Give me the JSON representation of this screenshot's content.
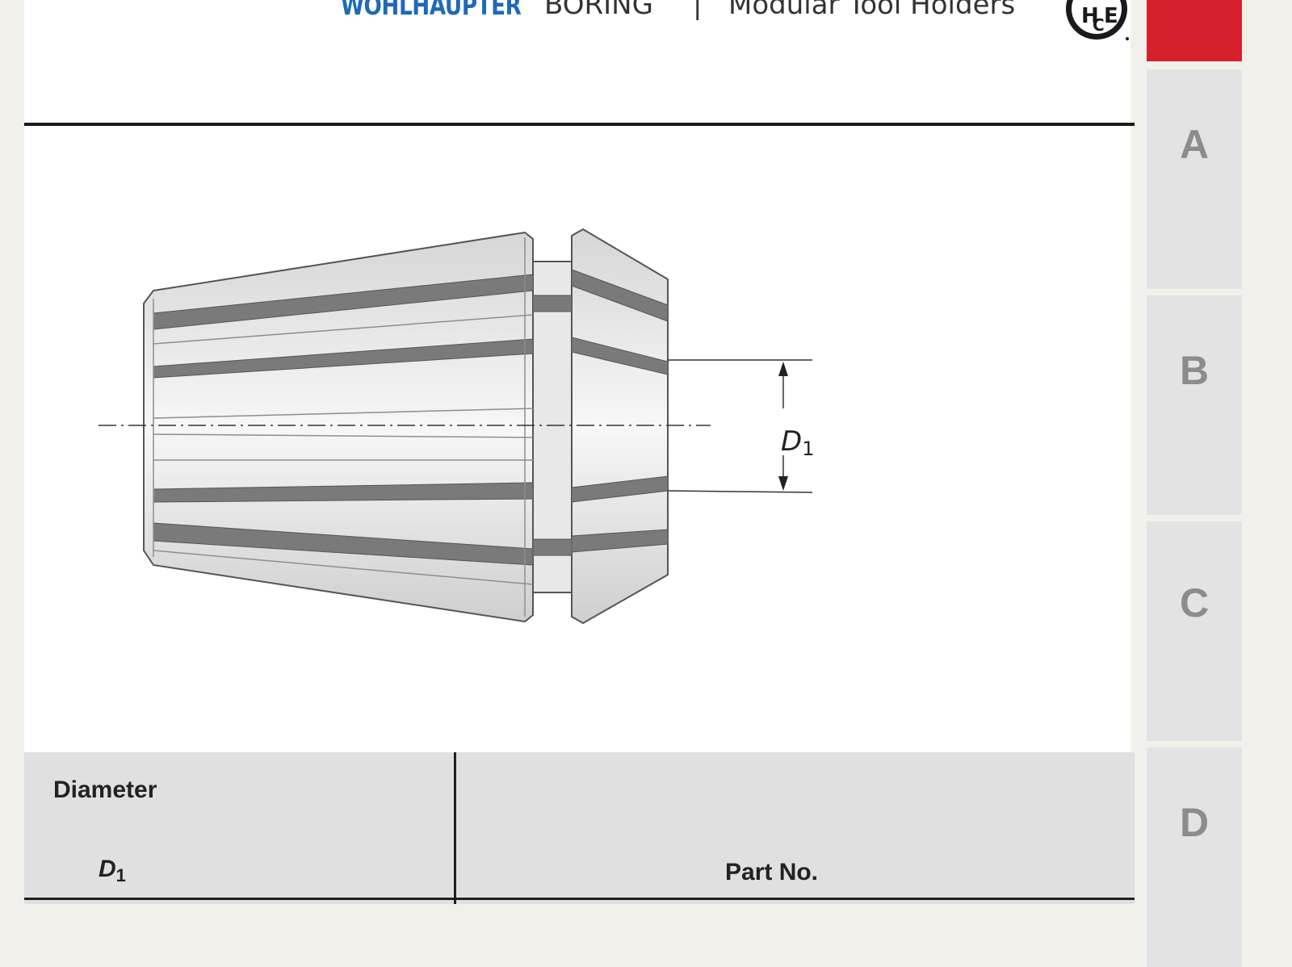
{
  "header": {
    "brand": "WOHLHAUPTER",
    "section": "BORING",
    "separator": "|",
    "subsection": "Modular Tool Holders",
    "seal_letters": [
      "H",
      "C",
      "E"
    ]
  },
  "drawing": {
    "dimension_symbol": "D",
    "dimension_subscript": "1"
  },
  "table": {
    "header_diameter": "Diameter",
    "header_d_symbol": "D",
    "header_d_subscript": "1",
    "header_part_no": "Part No."
  },
  "side_tabs": {
    "items": [
      {
        "label": "A"
      },
      {
        "label": "B"
      },
      {
        "label": "C"
      },
      {
        "label": "D"
      }
    ],
    "active_color": "#d7202e"
  }
}
